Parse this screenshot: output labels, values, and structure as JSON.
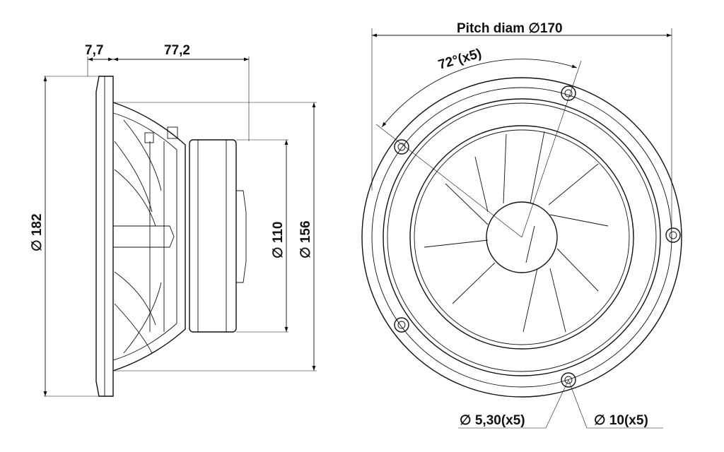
{
  "dimensions": {
    "flange_thickness": "7,7",
    "depth": "77,2",
    "outer_diameter": "182",
    "magnet_diameter": "110",
    "frame_diameter": "156",
    "pitch_label": "Pitch diam",
    "pitch_value": "170",
    "hole_angle": "72°(x5)",
    "hole_diameter": "5,30(x5)",
    "counterbore_diameter": "10(x5)"
  },
  "symbols": {
    "diameter": "∅"
  }
}
